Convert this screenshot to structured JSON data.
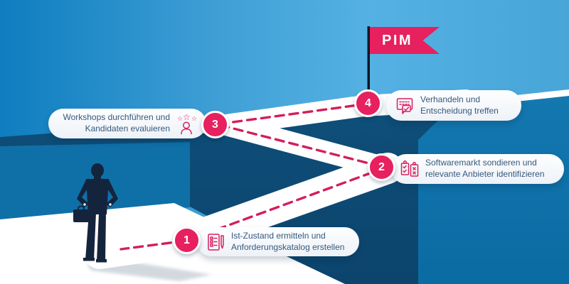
{
  "flag": {
    "label": "PIM"
  },
  "steps": [
    {
      "number": "1",
      "line1": "Ist-Zustand ermitteln und",
      "line2": "Anforderungskatalog erstellen",
      "icon": "checklist-pen-icon"
    },
    {
      "number": "2",
      "line1": "Softwaremarkt sondieren und",
      "line2": "relevante Anbieter identifizieren",
      "icon": "clipboards-compare-icon"
    },
    {
      "number": "3",
      "line1": "Workshops durchführen und",
      "line2": "Kandidaten evaluieren",
      "icon": "candidate-rating-icon"
    },
    {
      "number": "4",
      "line1": "Verhandeln und",
      "line2": "Entscheidung treffen",
      "icon": "contract-negotiation-icon"
    }
  ],
  "colors": {
    "accent_magenta": "#e7205f",
    "dashed_route": "#d41d5c",
    "sky_left": "#0e7dbf",
    "sky_right": "#55b1e3",
    "canyon_wall_dark": "#0d4a74",
    "cliff_face_blue": "#0b72aa",
    "left_cliff_face": "#0f70a7",
    "path_white": "#ffffff",
    "pill_text": "#35597c",
    "businessman_navy": "#15243d"
  }
}
